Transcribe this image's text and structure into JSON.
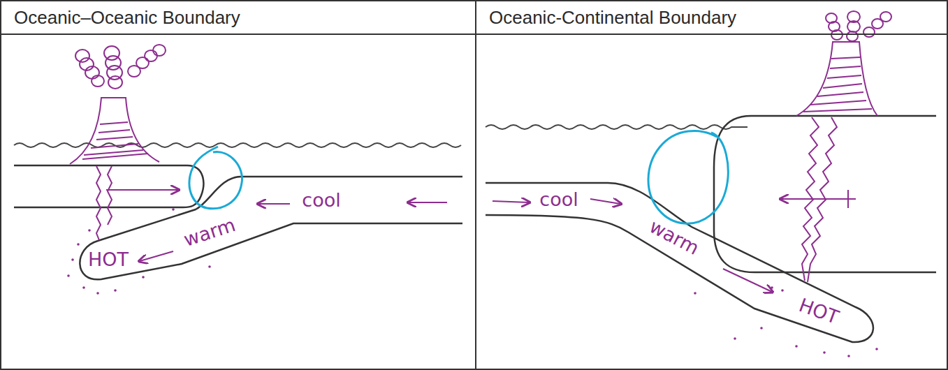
{
  "diagram": {
    "nodes": [
      {
        "text": [
          "Oceanic–Oceanic Boundary"
        ]
      },
      {
        "text": [
          "Oceanic-Continental Boundary"
        ]
      }
    ],
    "labels": [
      "cool",
      "warm",
      "HOT",
      "cool",
      "warm",
      "HOT"
    ]
  }
}
